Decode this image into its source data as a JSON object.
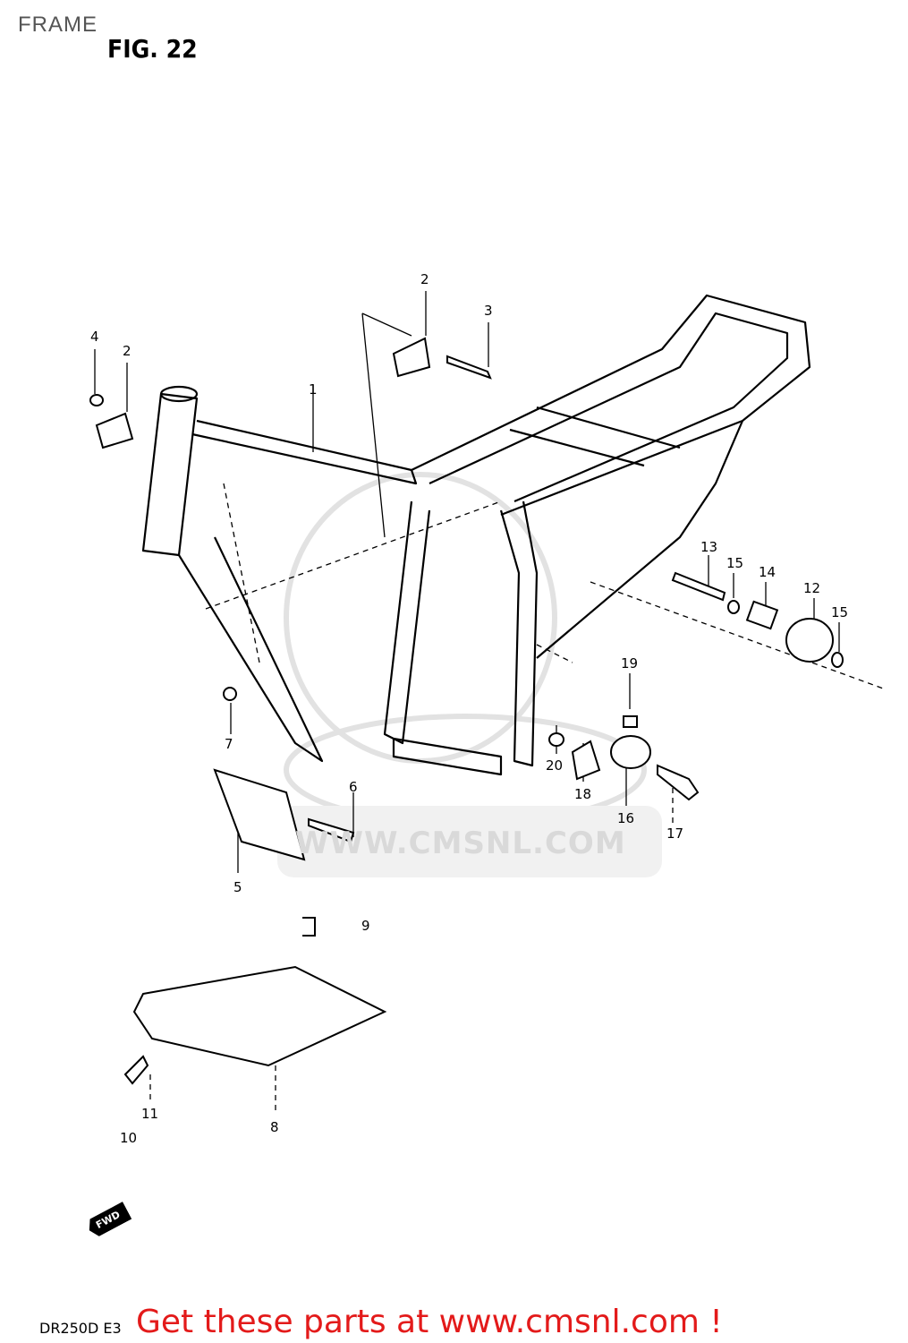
{
  "header": {
    "title": "FRAME",
    "figure": "FIG. 22"
  },
  "watermark": "WWW.CMSNL.COM",
  "callouts": [
    {
      "id": "c1",
      "text": "1"
    },
    {
      "id": "c2a",
      "text": "2"
    },
    {
      "id": "c2b",
      "text": "2"
    },
    {
      "id": "c3",
      "text": "3"
    },
    {
      "id": "c4",
      "text": "4"
    },
    {
      "id": "c5",
      "text": "5"
    },
    {
      "id": "c6",
      "text": "6"
    },
    {
      "id": "c7",
      "text": "7"
    },
    {
      "id": "c8",
      "text": "8"
    },
    {
      "id": "c9",
      "text": "9"
    },
    {
      "id": "c10",
      "text": "10"
    },
    {
      "id": "c11",
      "text": "11"
    },
    {
      "id": "c12",
      "text": "12"
    },
    {
      "id": "c13",
      "text": "13"
    },
    {
      "id": "c14",
      "text": "14"
    },
    {
      "id": "c15a",
      "text": "15"
    },
    {
      "id": "c15b",
      "text": "15"
    },
    {
      "id": "c16",
      "text": "16"
    },
    {
      "id": "c17",
      "text": "17"
    },
    {
      "id": "c18",
      "text": "18"
    },
    {
      "id": "c19",
      "text": "19"
    },
    {
      "id": "c20",
      "text": "20"
    }
  ],
  "fwd_label": "FWD",
  "footer": {
    "model_code": "DR250D E3",
    "promo": "Get these parts at www.cmsnl.com !"
  }
}
